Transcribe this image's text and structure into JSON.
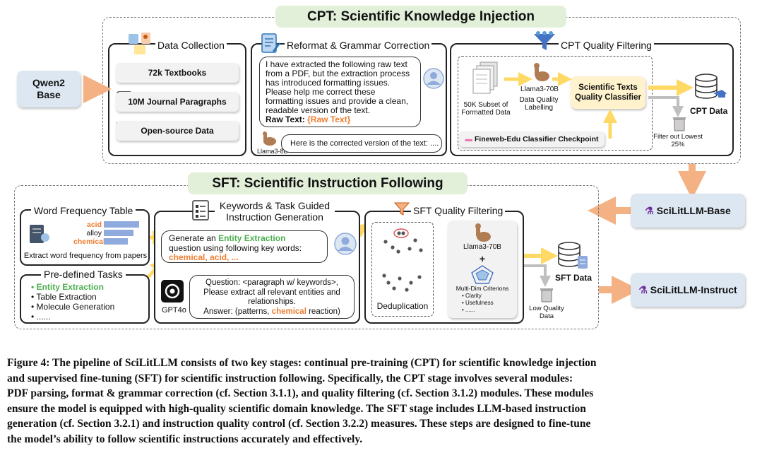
{
  "cpt": {
    "title": "CPT: Scientific Knowledge Injection",
    "base_model": "Qwen2\nBase",
    "data_collection": {
      "header": "Data Collection",
      "items": [
        "72k Textbooks",
        "10M Journal Paragraphs",
        "Open-source Data"
      ]
    },
    "reformat": {
      "header": "Reformat & Grammar Correction",
      "prompt": "I have extracted the following raw text from a PDF, but the extraction process has introduced formatting issues. Please help me correct these formatting issues and provide a clean, readable version of the text.",
      "raw_label": "Raw Text: ",
      "raw_value": "{Raw Text}",
      "response": "Here is the corrected version of the text: ....",
      "llm": "Llama3-8B"
    },
    "filtering": {
      "header": "CPT Quality Filtering",
      "subset": "50K Subset of Formatted Data",
      "labeller_model": "Llama3-70B",
      "labeller_desc": "Data Quality Labelling",
      "classifier": "Scientific Texts Quality Classifier",
      "checkpoint": "Fineweb-Edu Classifier Checkpoint",
      "filter_out": "Filter out Lowest 25%",
      "output": "CPT Data"
    }
  },
  "sft": {
    "title": "SFT:  Scientific Instruction Following",
    "base_model": "SciLitLLM-Base",
    "instruct_model": "SciLitLLM-Instruct",
    "word_freq": {
      "header": "Word Frequency Table",
      "words": [
        "acid",
        "alloy",
        "chemical"
      ],
      "caption": "Extract word frequency from papers"
    },
    "tasks": {
      "header": "Pre-defined Tasks",
      "items": [
        "Entity Extraction",
        "Table Extraction",
        "Molecule Generation",
        "......"
      ]
    },
    "generation": {
      "header": "Keywords & Task Guided Instruction Generation",
      "q1": "Generate an ",
      "q2": "Entity Extraction",
      "q3": " question using following key words: ",
      "q4": "chemical, acid, ...",
      "llm": "GPT4o",
      "answer_q": "Question: <paragraph w/ keywords>, Please extract all relevant entities and relationships.",
      "answer_a1": "Answer: (patterns, ",
      "answer_a2": "chemical",
      "answer_a3": " reaction)"
    },
    "filtering": {
      "header": "SFT Quality Filtering",
      "dedup": "Deduplication",
      "model": "Llama3-70B",
      "plus": "+",
      "criteria_title": "Multi-Dim Criterions",
      "criteria": [
        "Clarity",
        "Usefulness",
        "......"
      ],
      "output": "SFT Data",
      "low_quality": "Low Quality Data"
    }
  },
  "caption": {
    "lines": [
      "Figure 4: The pipeline of SciLitLLM consists of two key stages: continual pre-training (CPT) for scientific knowledge injection",
      "and supervised fine-tuning (SFT) for scientific instruction following. Specifically, the CPT stage involves several modules:",
      "PDF parsing, format & grammar correction (cf. Section 3.1.1), and quality filtering (cf. Section 3.1.2) modules. These modules",
      "ensure the model is equipped with high-quality scientific domain knowledge. The SFT stage includes LLM-based instruction",
      "generation (cf. Section 3.2.1) and instruction quality control (cf. Section 3.2.2) measures. These steps are designed to fine-tune",
      "the model’s ability to follow scientific instructions accurately and effectively."
    ]
  },
  "colors": {
    "arrow_orange": "#f4b183",
    "arrow_yellow": "#ffd966",
    "title_green": "#e2f0d9",
    "model_blue": "#dde7f2",
    "link_purple": "#7030a0"
  }
}
